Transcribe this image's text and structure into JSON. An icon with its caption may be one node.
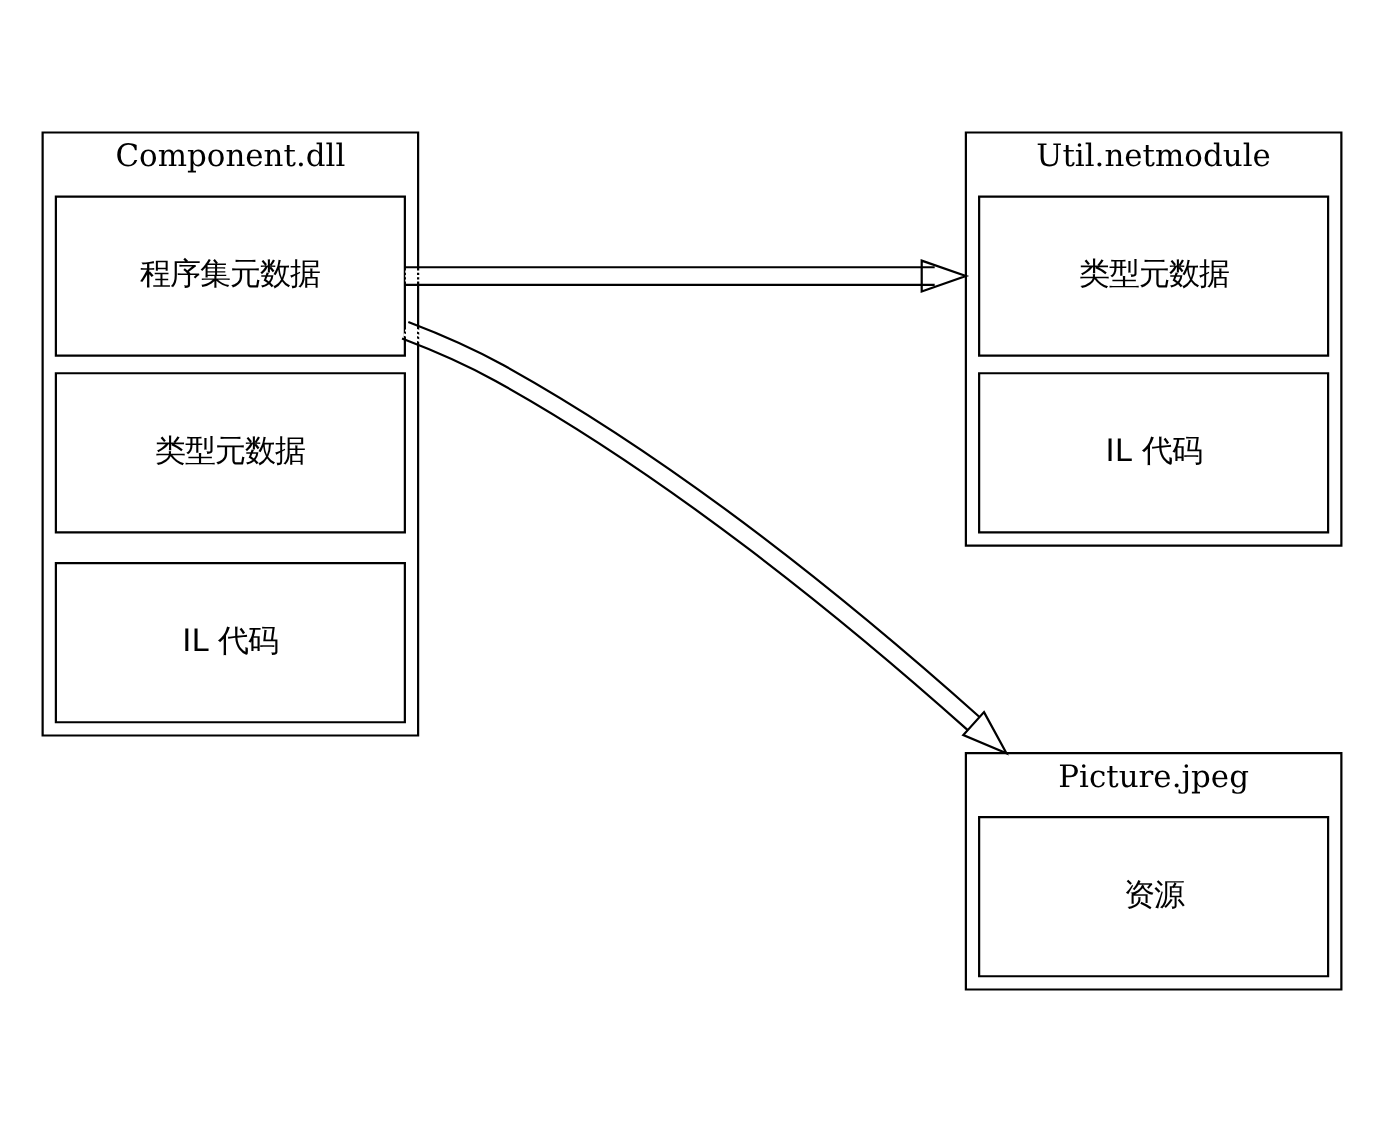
{
  "diagram": {
    "nodes": [
      {
        "text": [
          "Component.dll"
        ]
      },
      {
        "text": [
          "程序集元数据"
        ],
        "in": 0
      },
      {
        "text": [
          "类型元数据"
        ],
        "in": 0
      },
      {
        "text": [
          "IL 代码"
        ],
        "in": 0
      },
      {
        "text": [
          "Util.netmodule"
        ]
      },
      {
        "text": [
          "类型元数据"
        ],
        "in": 4
      },
      {
        "text": [
          "IL 代码"
        ],
        "in": 4
      },
      {
        "text": [
          "Picture.jpeg"
        ]
      },
      {
        "text": [
          "资源"
        ],
        "in": 7
      }
    ],
    "edges": [
      {
        "from": 1,
        "to": 4,
        "arrow": "to"
      },
      {
        "from": 1,
        "to": 7,
        "arrow": "to"
      }
    ]
  }
}
